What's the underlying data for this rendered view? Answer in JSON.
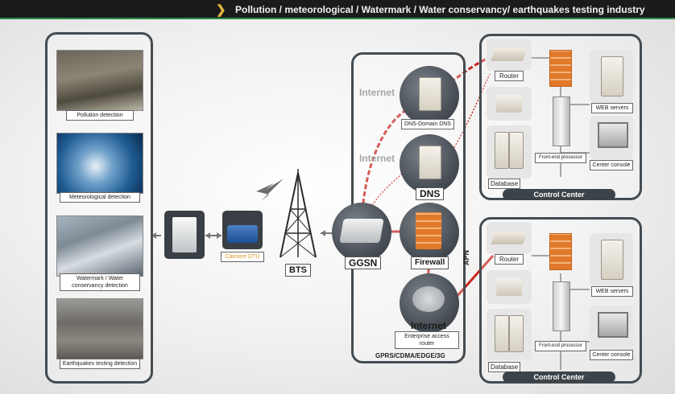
{
  "header": {
    "title": "Pollution / meteorological / Watermark / Water conservancy/ earthquakes testing industry"
  },
  "colors": {
    "header_bg": "#1b1b1b",
    "accent": "#e3b83b",
    "link_red": "#c8261f",
    "panel_border": "#444c52"
  },
  "left_panel": {
    "items": [
      {
        "label": "Pollution detection"
      },
      {
        "label": "Meteorological detection"
      },
      {
        "label": "Watermark / Water conservancy detection"
      },
      {
        "label": "Earthquakes testing detection"
      }
    ]
  },
  "devices": {
    "dtu_label": "Caimore DTU",
    "bts_label": "BTS"
  },
  "network": {
    "internet_top": "Internet",
    "internet_mid": "Internet",
    "dns_domain_label": "DNS-Domain DNS",
    "dns_label": "DNS",
    "ggsn_label": "GGSN",
    "firewall_label": "Firewall",
    "internet_node_label": "Internet",
    "enterprise_router_label": "Enterprise access router",
    "footer": "GPRS/CDMA/EDGE/3G",
    "apn_label": "APN"
  },
  "control_centers": [
    {
      "router": "Router",
      "web": "WEB servers",
      "front": "Front-end processor",
      "console": "Center console",
      "database": "Database",
      "title": "Control Center"
    },
    {
      "router": "Router",
      "web": "WEB servers",
      "front": "Front-end processor",
      "console": "Center console",
      "database": "Database",
      "title": "Control Center"
    }
  ]
}
